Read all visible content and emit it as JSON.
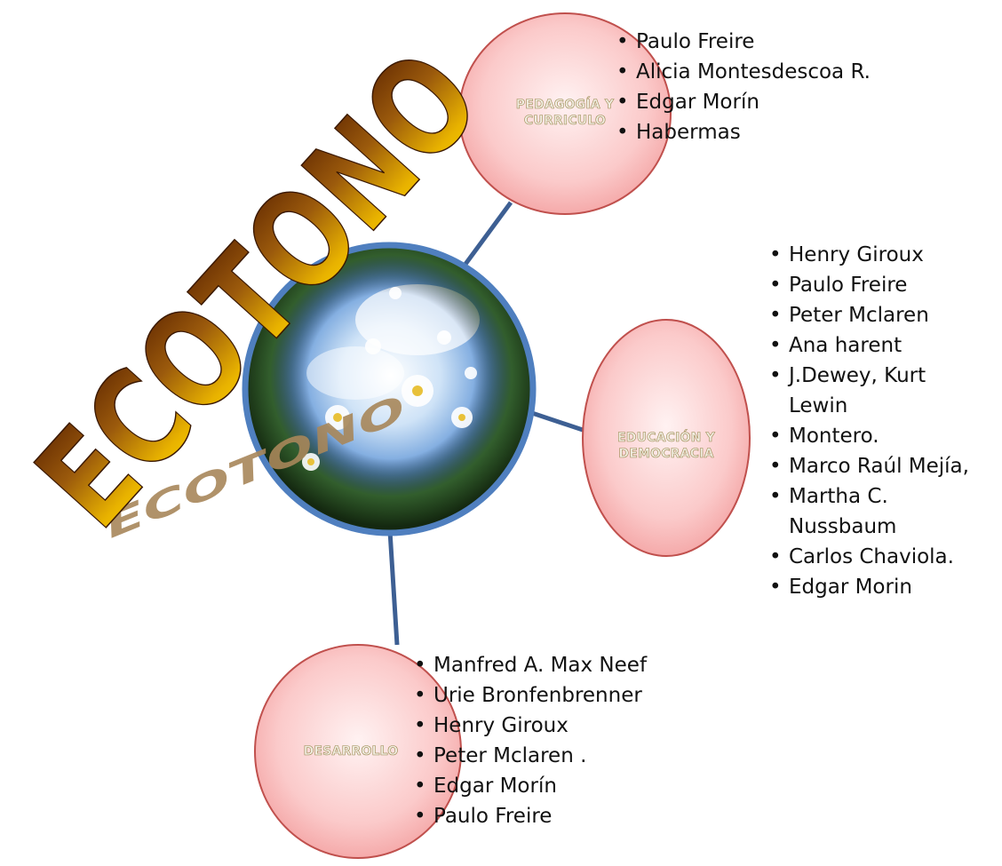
{
  "wordart": {
    "title": "ECOTONO",
    "shadow": "ECOTONO",
    "gradient_top": "#6b2a00",
    "gradient_bottom": "#ffd400",
    "shadow_color": "#a8875a"
  },
  "nodes": {
    "pedagogia": {
      "label_line1": "PEDAGOGÍA Y",
      "label_line2": "CURRICULO",
      "names": [
        "Paulo Freire",
        "Alicia Montesdescoa R.",
        "Edgar Morín",
        "Habermas"
      ]
    },
    "educacion": {
      "label_line1": "EDUCACIÓN Y",
      "label_line2": "DEMOCRACIA",
      "names": [
        "Henry Giroux",
        "Paulo Freire",
        "Peter Mclaren",
        "Ana harent",
        "J.Dewey, Kurt Lewin",
        "Montero.",
        "Marco Raúl Mejía,",
        "Martha C. Nussbaum",
        "Carlos Chaviola.",
        "Edgar Morin"
      ]
    },
    "desarrollo": {
      "label": "DESARROLLO",
      "names": [
        "Manfred A. Max Neef",
        "Urie Bronfenbrenner",
        "Henry Giroux",
        "Peter Mclaren .",
        "Edgar Morín",
        "Paulo Freire"
      ]
    }
  },
  "colors": {
    "bubble_fill_inner": "#fde4e4",
    "bubble_fill_outer": "#f6a8a8",
    "bubble_stroke": "#c0504d",
    "connector": "#3d5f93",
    "center_ring": "#4f7fbf"
  }
}
